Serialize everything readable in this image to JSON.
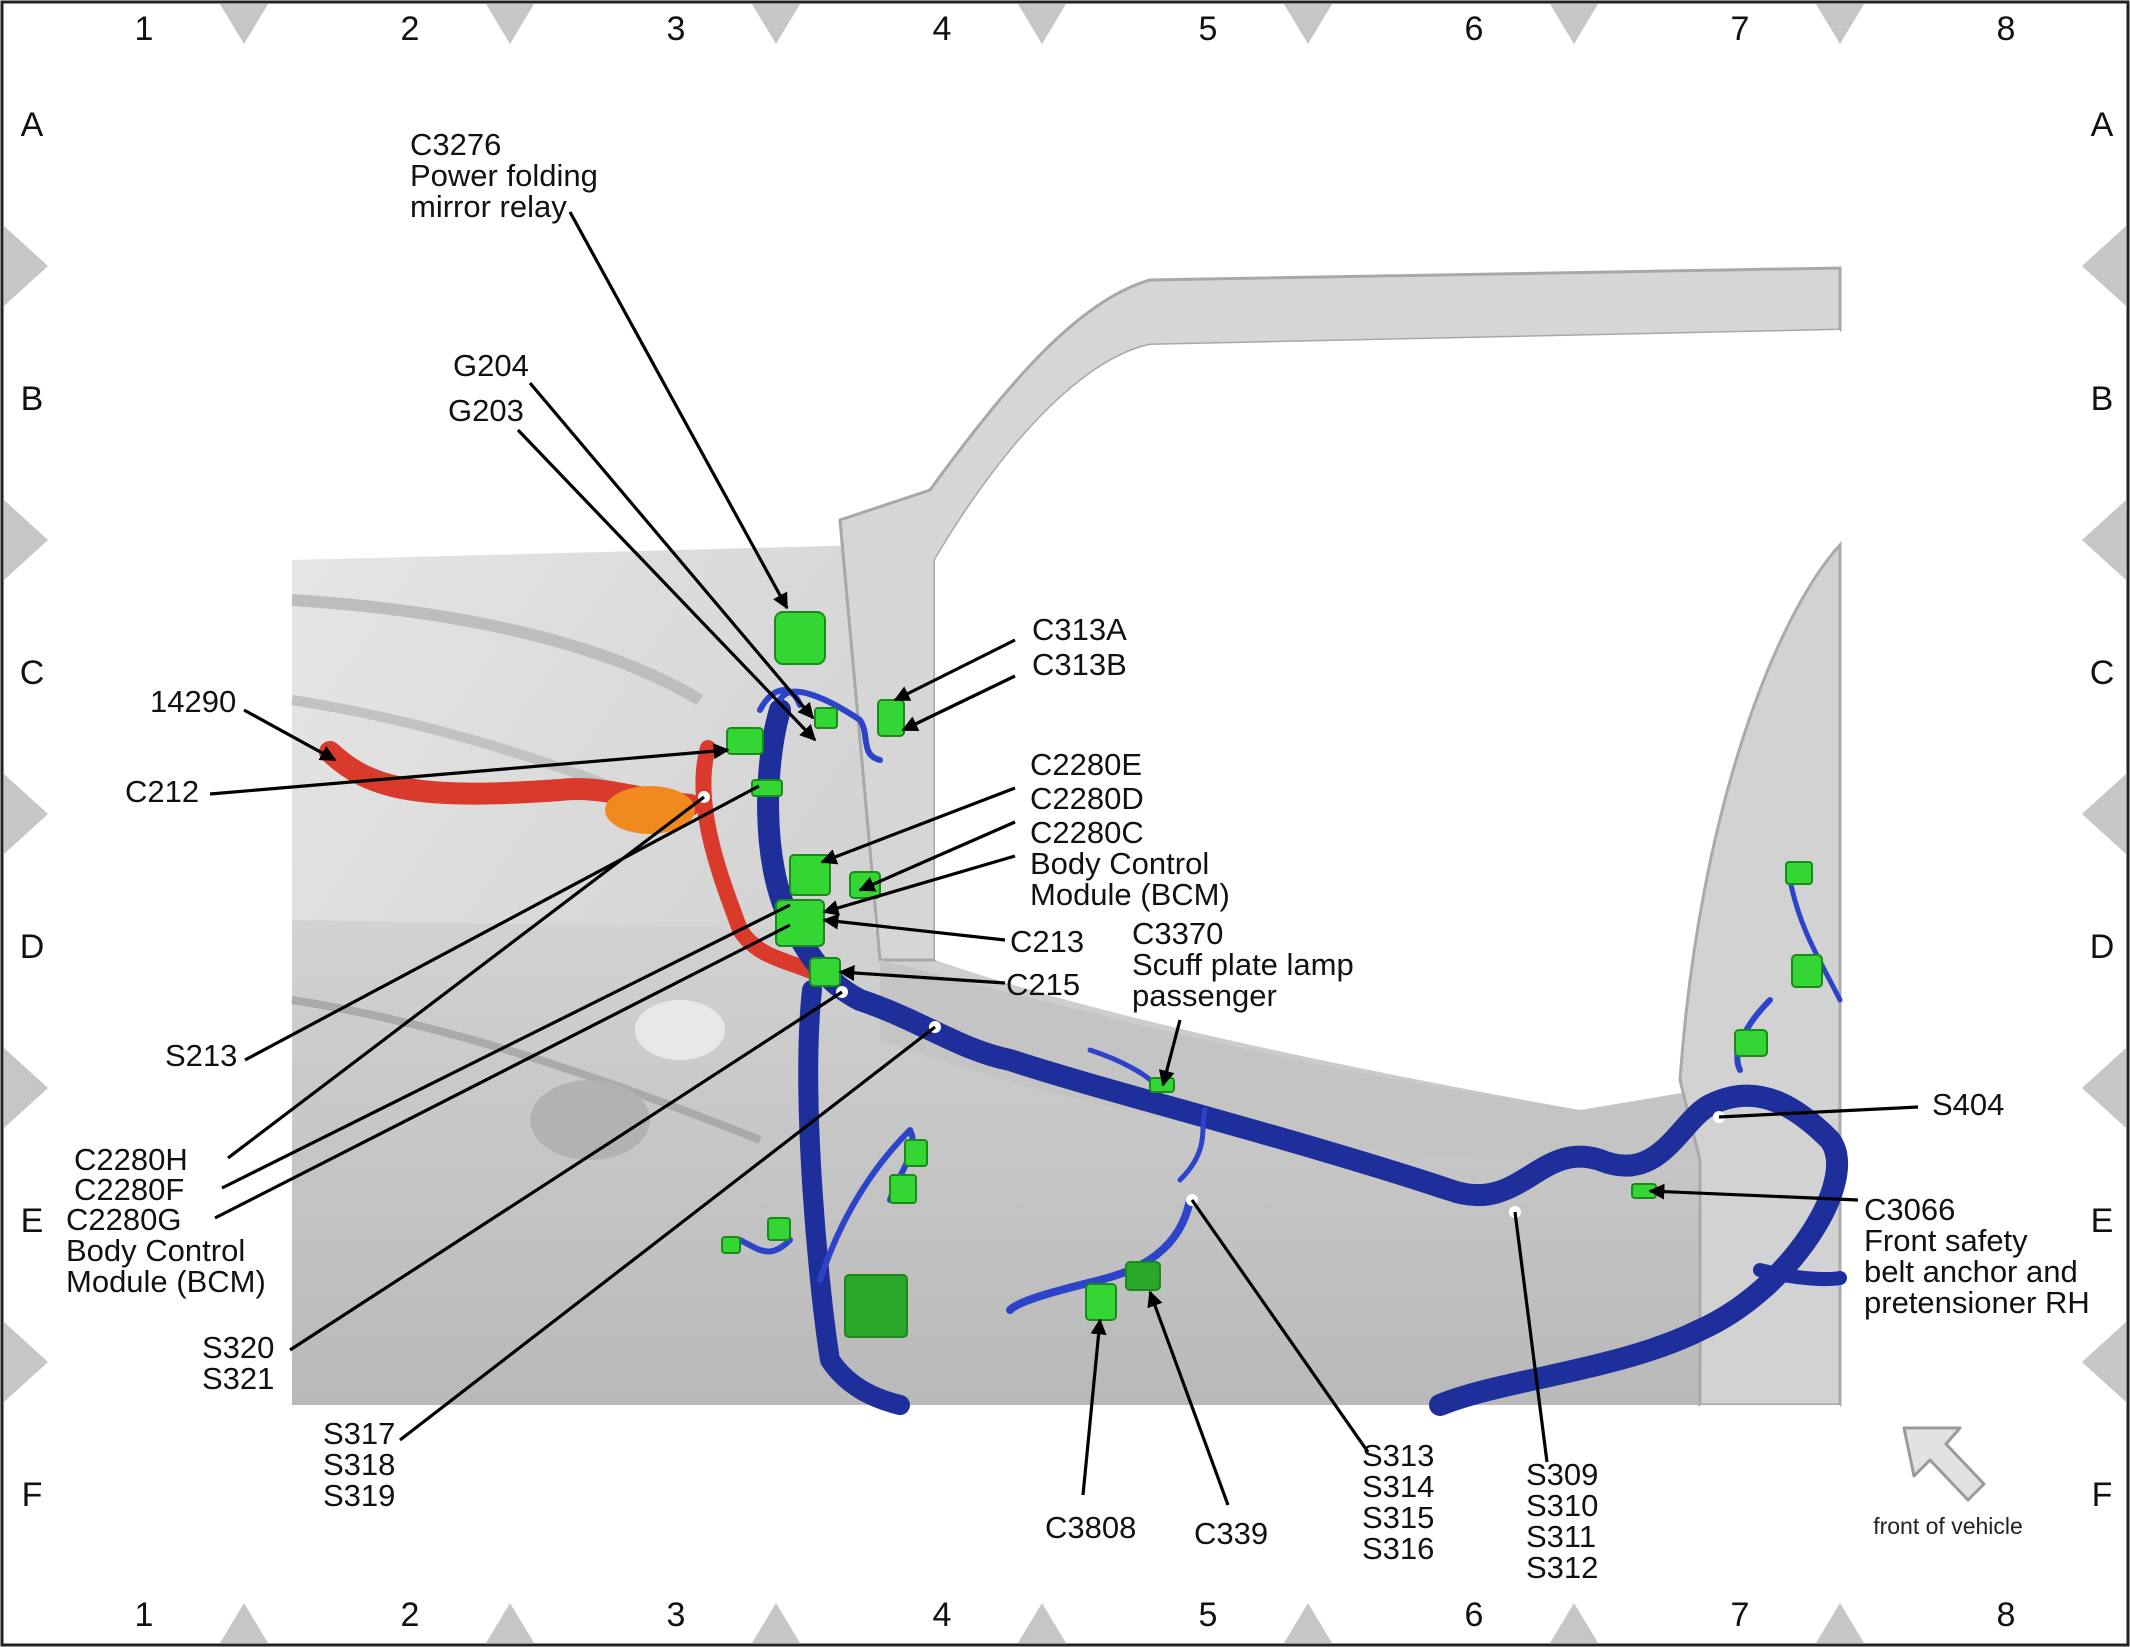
{
  "grid": {
    "columns": [
      "1",
      "2",
      "3",
      "4",
      "5",
      "6",
      "7",
      "8"
    ],
    "rows": [
      "A",
      "B",
      "C",
      "D",
      "E",
      "F"
    ]
  },
  "callouts": {
    "c3276": [
      "C3276",
      "Power folding",
      "mirror relay"
    ],
    "g204": [
      "G204"
    ],
    "g203": [
      "G203"
    ],
    "c313a": [
      "C313A"
    ],
    "c313b": [
      "C313B"
    ],
    "n14290": [
      "14290"
    ],
    "c212": [
      "C212"
    ],
    "c2280e": [
      "C2280E"
    ],
    "c2280d": [
      "C2280D"
    ],
    "c2280c_bcm": [
      "C2280C",
      "Body Control",
      "Module (BCM)"
    ],
    "c213": [
      "C213"
    ],
    "c215": [
      "C215"
    ],
    "c3370": [
      "C3370",
      "Scuff plate lamp",
      "passenger"
    ],
    "s213": [
      "S213"
    ],
    "c2280h": [
      "C2280H"
    ],
    "c2280f": [
      "C2280F"
    ],
    "c2280g_bcm": [
      "C2280G",
      "Body Control",
      "Module (BCM)"
    ],
    "s320_321": [
      "S320",
      "S321"
    ],
    "s317_319": [
      "S317",
      "S318",
      "S319"
    ],
    "s404": [
      "S404"
    ],
    "c3066": [
      "C3066",
      "Front safety",
      "belt anchor and",
      "pretensioner RH"
    ],
    "s313_316": [
      "S313",
      "S314",
      "S315",
      "S316"
    ],
    "s309_312": [
      "S309",
      "S310",
      "S311",
      "S312"
    ],
    "c3808": [
      "C3808"
    ],
    "c339": [
      "C339"
    ]
  },
  "front_label": "front of vehicle",
  "icons": [
    "front-direction-arrow-icon"
  ],
  "colors": {
    "connector": "#33d633",
    "harness_main": "#1e2f9c",
    "harness_red": "#d93a2b",
    "body_panel": "#dcdcdc",
    "frame_tab": "#c6c6c6"
  }
}
